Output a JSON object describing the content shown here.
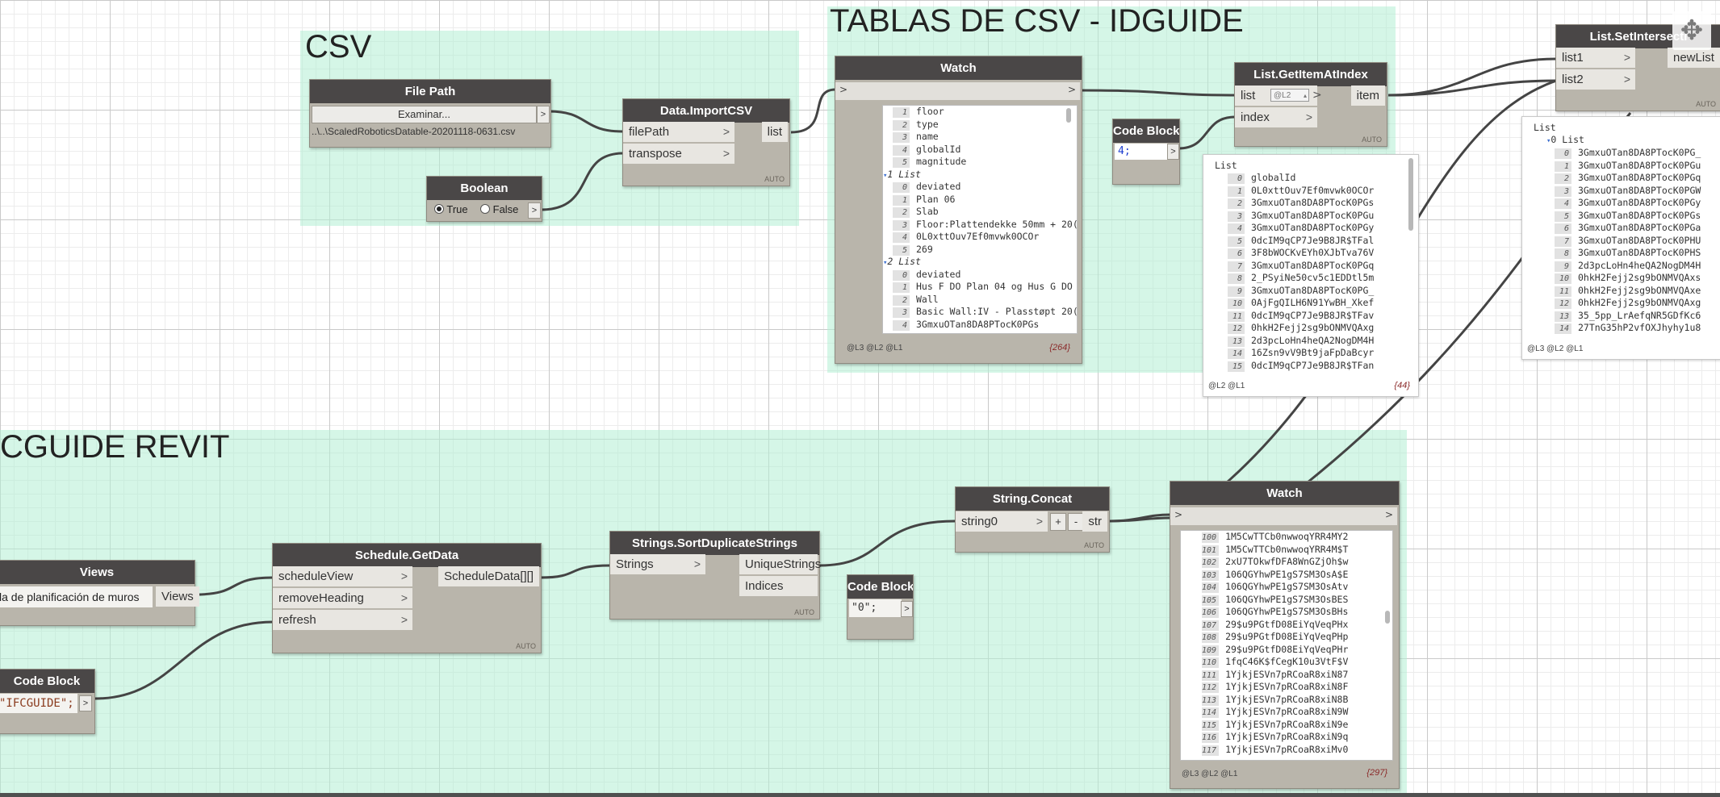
{
  "groups": {
    "csv": "CSV",
    "tablas": "TABLAS DE CSV - IDGUIDE",
    "ifcguide": "CGUIDE REVIT"
  },
  "nodes": {
    "file_path": {
      "title": "File Path",
      "button": "Examinar...",
      "path": "..\\..\\ScaledRoboticsDatable-20201118-0631.csv"
    },
    "boolean": {
      "title": "Boolean",
      "true_label": "True",
      "false_label": "False"
    },
    "import_csv": {
      "title": "Data.ImportCSV",
      "in1": "filePath",
      "in2": "transpose",
      "out": "list",
      "auto": "AUTO"
    },
    "watch1": {
      "title": "Watch",
      "rows": [
        {
          "i": "1",
          "t": "floor"
        },
        {
          "i": "2",
          "t": "type"
        },
        {
          "i": "3",
          "t": "name"
        },
        {
          "i": "4",
          "t": "globalId"
        },
        {
          "i": "5",
          "t": "magnitude"
        },
        {
          "h": "1 List"
        },
        {
          "i": "0",
          "t": "deviated"
        },
        {
          "i": "1",
          "t": "Plan 06"
        },
        {
          "i": "2",
          "t": "Slab"
        },
        {
          "i": "3",
          "t": "Floor:Plattendekke 50mm + 20("
        },
        {
          "i": "4",
          "t": "0L0xttOuv7Ef0mvwk0OCOr"
        },
        {
          "i": "5",
          "t": "269"
        },
        {
          "h": "2 List"
        },
        {
          "i": "0",
          "t": "deviated"
        },
        {
          "i": "1",
          "t": "Hus F DO Plan 04 og Hus G DO"
        },
        {
          "i": "2",
          "t": "Wall"
        },
        {
          "i": "3",
          "t": "Basic Wall:IV - Plasstøpt 20("
        },
        {
          "i": "4",
          "t": "3GmxuOTan8DA8PTocK0PGs"
        }
      ],
      "levels": "@L3 @L2 @L1",
      "count": "{264}"
    },
    "code_block1": {
      "title": "Code Block",
      "code": "4;"
    },
    "get_item": {
      "title": "List.GetItemAtIndex",
      "in1": "list",
      "in2": "index",
      "lace": "@L2",
      "out": "item",
      "auto": "AUTO"
    },
    "watch2": {
      "header": "List",
      "rows": [
        {
          "i": "0",
          "t": "globalId"
        },
        {
          "i": "1",
          "t": "0L0xttOuv7Ef0mvwk0OCOr"
        },
        {
          "i": "2",
          "t": "3GmxuOTan8DA8PTocK0PGs"
        },
        {
          "i": "3",
          "t": "3GmxuOTan8DA8PTocK0PGu"
        },
        {
          "i": "4",
          "t": "3GmxuOTan8DA8PTocK0PGy"
        },
        {
          "i": "5",
          "t": "0dcIM9qCP7Je9B8JR$TFal"
        },
        {
          "i": "6",
          "t": "3F8bWOCKvEYh0XJbTva76V"
        },
        {
          "i": "7",
          "t": "3GmxuOTan8DA8PTocK0PGq"
        },
        {
          "i": "8",
          "t": "2_PSyiNe50cv5c1EDDtl5m"
        },
        {
          "i": "9",
          "t": "3GmxuOTan8DA8PTocK0PG_"
        },
        {
          "i": "10",
          "t": "0AjFgQILH6N91YwBH_Xkef"
        },
        {
          "i": "11",
          "t": "0dcIM9qCP7Je9B8JR$TFav"
        },
        {
          "i": "12",
          "t": "0hkH2Fejj2sg9bONMVQAxg"
        },
        {
          "i": "13",
          "t": "2d3pcLoHn4heQA2NogDM4H"
        },
        {
          "i": "14",
          "t": "16Zsn9vV9Bt9jaFpDaBcyr"
        },
        {
          "i": "15",
          "t": "0dcIM9qCP7Je9B8JR$TFan"
        }
      ],
      "levels": "@L2 @L1",
      "count": "{44}"
    },
    "set_intersection": {
      "title": "List.SetIntersecti",
      "in1": "list1",
      "in2": "list2",
      "out": "newList",
      "auto": "AUTO"
    },
    "watch3": {
      "header": "List",
      "sub": "0 List",
      "rows": [
        {
          "i": "0",
          "t": "3GmxuOTan8DA8PTocK0PG_"
        },
        {
          "i": "1",
          "t": "3GmxuOTan8DA8PTocK0PGu"
        },
        {
          "i": "2",
          "t": "3GmxuOTan8DA8PTocK0PGq"
        },
        {
          "i": "3",
          "t": "3GmxuOTan8DA8PTocK0PGW"
        },
        {
          "i": "4",
          "t": "3GmxuOTan8DA8PTocK0PGy"
        },
        {
          "i": "5",
          "t": "3GmxuOTan8DA8PTocK0PGs"
        },
        {
          "i": "6",
          "t": "3GmxuOTan8DA8PTocK0PGa"
        },
        {
          "i": "7",
          "t": "3GmxuOTan8DA8PTocK0PHU"
        },
        {
          "i": "8",
          "t": "3GmxuOTan8DA8PTocK0PHS"
        },
        {
          "i": "9",
          "t": "2d3pcLoHn4heQA2NogDM4H"
        },
        {
          "i": "10",
          "t": "0hkH2Fejj2sg9bONMVQAxs"
        },
        {
          "i": "11",
          "t": "0hkH2Fejj2sg9bONMVQAxe"
        },
        {
          "i": "12",
          "t": "0hkH2Fejj2sg9bONMVQAxg"
        },
        {
          "i": "13",
          "t": "35_5pp_LrAefqNR5GDfKc6"
        },
        {
          "i": "14",
          "t": "27TnG35hP2vfOXJhyhy1u8"
        }
      ],
      "levels": "@L3 @L2 @L1"
    },
    "views": {
      "title": "Views",
      "selected": "la de planificación de muros",
      "out": "Views"
    },
    "code_block2": {
      "title": "Code Block",
      "code": "\"IFCGUIDE\";"
    },
    "schedule": {
      "title": "Schedule.GetData",
      "in1": "scheduleView",
      "in2": "removeHeading",
      "in3": "refresh",
      "out": "ScheduleData[][]",
      "auto": "AUTO"
    },
    "sort_dup": {
      "title": "Strings.SortDuplicateStrings",
      "in1": "Strings",
      "out1": "UniqueStrings",
      "out2": "Indices",
      "auto": "AUTO"
    },
    "code_block3": {
      "title": "Code Block",
      "code": "\"0\";"
    },
    "concat": {
      "title": "String.Concat",
      "in1": "string0",
      "plus": "+",
      "minus": "-",
      "out": "str",
      "auto": "AUTO"
    },
    "watch4": {
      "title": "Watch",
      "rows": [
        {
          "i": "100",
          "t": "1M5CwTTCb0nwwoqYRR4MY2"
        },
        {
          "i": "101",
          "t": "1M5CwTTCb0nwwoqYRR4M$T"
        },
        {
          "i": "102",
          "t": "2xU7TOkwfDFA8WnGZjOh$w"
        },
        {
          "i": "103",
          "t": "106QGYhwPE1gS7SM3OsA$E"
        },
        {
          "i": "104",
          "t": "106QGYhwPE1gS7SM3OsAtv"
        },
        {
          "i": "105",
          "t": "106QGYhwPE1gS7SM3OsBES"
        },
        {
          "i": "106",
          "t": "106QGYhwPE1gS7SM3OsBHs"
        },
        {
          "i": "107",
          "t": "29$u9PGtfD08EiYqVeqPHx"
        },
        {
          "i": "108",
          "t": "29$u9PGtfD08EiYqVeqPHp"
        },
        {
          "i": "109",
          "t": "29$u9PGtfD08EiYqVeqPHr"
        },
        {
          "i": "110",
          "t": "1fqC46K$fCegK10u3VtF$V"
        },
        {
          "i": "111",
          "t": "1YjkjESVn7pRCoaR8xiN87"
        },
        {
          "i": "112",
          "t": "1YjkjESVn7pRCoaR8xiN8F"
        },
        {
          "i": "113",
          "t": "1YjkjESVn7pRCoaR8xiN8B"
        },
        {
          "i": "114",
          "t": "1YjkjESVn7pRCoaR8xiN9W"
        },
        {
          "i": "115",
          "t": "1YjkjESVn7pRCoaR8xiN9e"
        },
        {
          "i": "116",
          "t": "1YjkjESVn7pRCoaR8xiN9q"
        },
        {
          "i": "117",
          "t": "1YjkjESVn7pRCoaR8xiMv0"
        }
      ],
      "levels": "@L3 @L2 @L1",
      "count": "{297}"
    }
  },
  "icons": {
    "move": "move-icon",
    "chevron": "chevron-right-icon"
  }
}
